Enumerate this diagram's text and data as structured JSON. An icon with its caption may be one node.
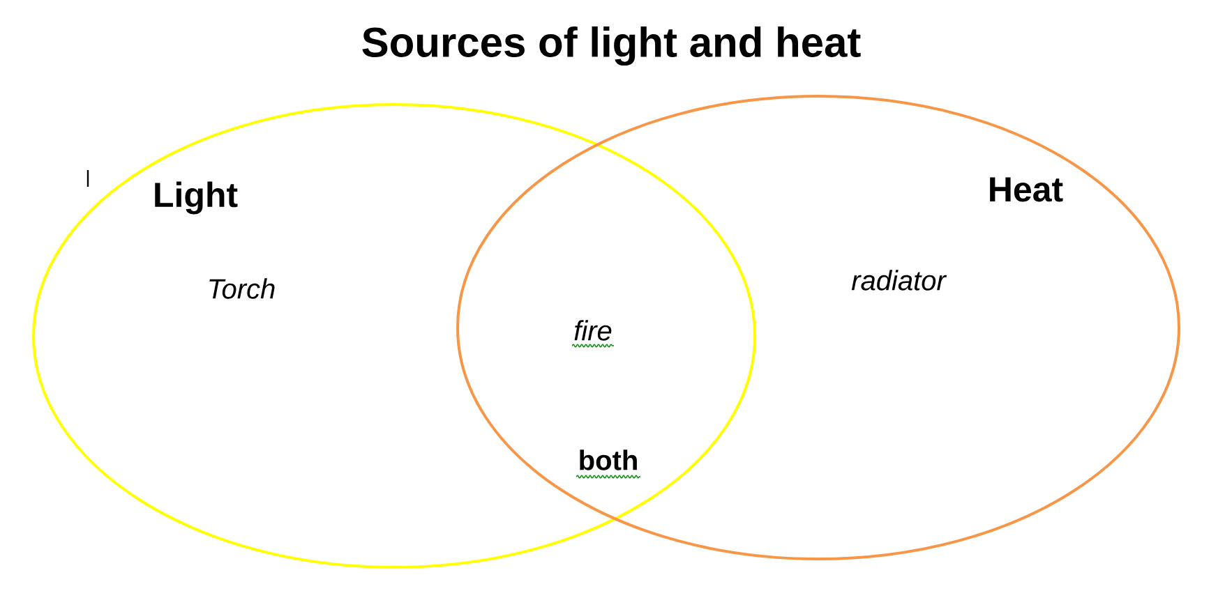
{
  "diagram": {
    "title": "Sources of light and heat",
    "nodes": [
      {
        "text": [
          "Light",
          "Torch"
        ]
      },
      {
        "text": [
          "Heat",
          "radiator"
        ]
      }
    ],
    "labels": [
      "fire",
      "both"
    ]
  }
}
